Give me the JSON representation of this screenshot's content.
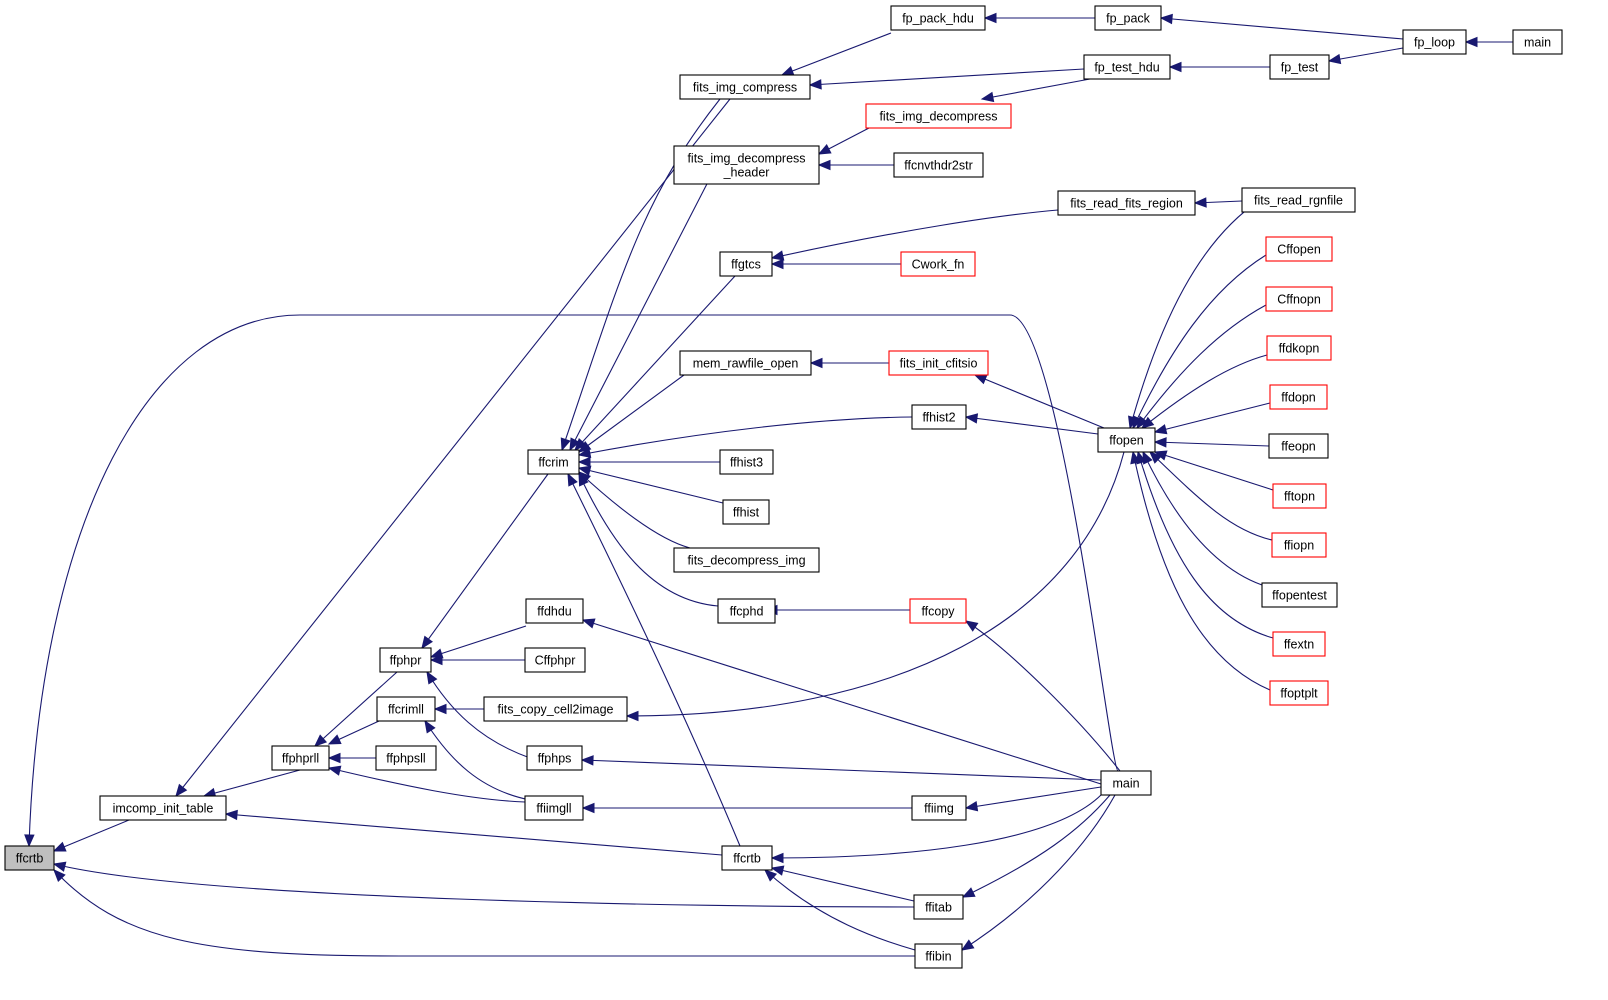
{
  "colors": {
    "edge": "#191970",
    "node_border": "#000000",
    "truncated_border": "#ff0000",
    "focus_fill": "#bfbfbf",
    "background": "#ffffff"
  },
  "graph": {
    "nodes": [
      {
        "id": "ffcrtb_focus",
        "lines": [
          "ffcrtb"
        ],
        "focus": true
      },
      {
        "id": "imcomp_init_table",
        "lines": [
          "imcomp_init_table"
        ]
      },
      {
        "id": "ffphprll",
        "lines": [
          "ffphprll"
        ]
      },
      {
        "id": "ffphpr",
        "lines": [
          "ffphpr"
        ]
      },
      {
        "id": "ffcrimll",
        "lines": [
          "ffcrimll"
        ]
      },
      {
        "id": "ffphpsll",
        "lines": [
          "ffphpsll"
        ]
      },
      {
        "id": "ffcrim",
        "lines": [
          "ffcrim"
        ]
      },
      {
        "id": "ffdhdu",
        "lines": [
          "ffdhdu"
        ]
      },
      {
        "id": "cffphpr",
        "lines": [
          "Cffphpr"
        ]
      },
      {
        "id": "fits_copy_cell2image",
        "lines": [
          "fits_copy_cell2image"
        ]
      },
      {
        "id": "ffphps",
        "lines": [
          "ffphps"
        ]
      },
      {
        "id": "ffiimgll",
        "lines": [
          "ffiimgll"
        ]
      },
      {
        "id": "ffcrtb",
        "lines": [
          "ffcrtb"
        ]
      },
      {
        "id": "fits_img_compress",
        "lines": [
          "fits_img_compress"
        ]
      },
      {
        "id": "fits_img_decompress_header",
        "lines": [
          "fits_img_decompress",
          "_header"
        ]
      },
      {
        "id": "ffgtcs",
        "lines": [
          "ffgtcs"
        ]
      },
      {
        "id": "mem_rawfile_open",
        "lines": [
          "mem_rawfile_open"
        ]
      },
      {
        "id": "ffhist3",
        "lines": [
          "ffhist3"
        ]
      },
      {
        "id": "ffhist",
        "lines": [
          "ffhist"
        ]
      },
      {
        "id": "fits_decompress_img",
        "lines": [
          "fits_decompress_img"
        ]
      },
      {
        "id": "ffcphd",
        "lines": [
          "ffcphd"
        ]
      },
      {
        "id": "fp_pack_hdu",
        "lines": [
          "fp_pack_hdu"
        ]
      },
      {
        "id": "fits_img_decompress",
        "lines": [
          "fits_img_decompress"
        ],
        "truncated": true
      },
      {
        "id": "ffcnvthdr2str",
        "lines": [
          "ffcnvthdr2str"
        ]
      },
      {
        "id": "cwork_fn",
        "lines": [
          "Cwork_fn"
        ],
        "truncated": true
      },
      {
        "id": "fits_init_cfitsio",
        "lines": [
          "fits_init_cfitsio"
        ],
        "truncated": true
      },
      {
        "id": "ffhist2",
        "lines": [
          "ffhist2"
        ]
      },
      {
        "id": "ffcopy",
        "lines": [
          "ffcopy"
        ],
        "truncated": true
      },
      {
        "id": "ffiimg",
        "lines": [
          "ffiimg"
        ]
      },
      {
        "id": "ffitab",
        "lines": [
          "ffitab"
        ]
      },
      {
        "id": "ffibin",
        "lines": [
          "ffibin"
        ]
      },
      {
        "id": "fp_pack",
        "lines": [
          "fp_pack"
        ]
      },
      {
        "id": "fp_test_hdu",
        "lines": [
          "fp_test_hdu"
        ]
      },
      {
        "id": "fits_read_fits_region",
        "lines": [
          "fits_read_fits_region"
        ]
      },
      {
        "id": "ffopen",
        "lines": [
          "ffopen"
        ]
      },
      {
        "id": "main_mid",
        "lines": [
          "main"
        ]
      },
      {
        "id": "fp_test",
        "lines": [
          "fp_test"
        ]
      },
      {
        "id": "fits_read_rgnfile",
        "lines": [
          "fits_read_rgnfile"
        ]
      },
      {
        "id": "cffopen",
        "lines": [
          "Cffopen"
        ],
        "truncated": true
      },
      {
        "id": "cffnopn",
        "lines": [
          "Cffnopn"
        ],
        "truncated": true
      },
      {
        "id": "ffdkopn",
        "lines": [
          "ffdkopn"
        ],
        "truncated": true
      },
      {
        "id": "ffdopn",
        "lines": [
          "ffdopn"
        ],
        "truncated": true
      },
      {
        "id": "ffeopn",
        "lines": [
          "ffeopn"
        ]
      },
      {
        "id": "fftopn",
        "lines": [
          "fftopn"
        ],
        "truncated": true
      },
      {
        "id": "ffiopn",
        "lines": [
          "ffiopn"
        ],
        "truncated": true
      },
      {
        "id": "ffopentest",
        "lines": [
          "ffopentest"
        ]
      },
      {
        "id": "ffextn",
        "lines": [
          "ffextn"
        ],
        "truncated": true
      },
      {
        "id": "ffoptplt",
        "lines": [
          "ffoptplt"
        ],
        "truncated": true
      },
      {
        "id": "fp_loop",
        "lines": [
          "fp_loop"
        ]
      },
      {
        "id": "main_top",
        "lines": [
          "main"
        ]
      }
    ]
  }
}
